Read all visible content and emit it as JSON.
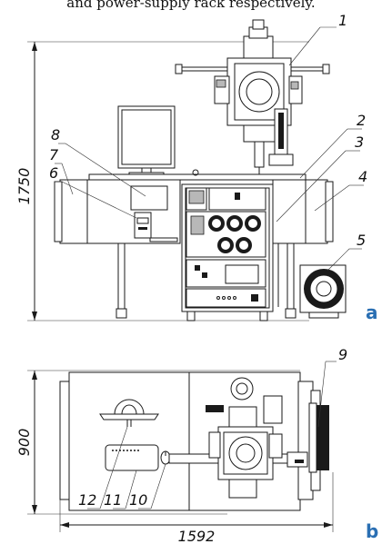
{
  "caption": "and power-supply rack respectively.",
  "view_a": {
    "panel_label": "a",
    "height_dimension": "1750",
    "callouts": [
      "1",
      "2",
      "3",
      "4",
      "5",
      "6",
      "7",
      "8"
    ]
  },
  "view_b": {
    "panel_label": "b",
    "width_dimension": "1592",
    "depth_dimension": "900",
    "callouts": [
      "9",
      "10",
      "11",
      "12"
    ]
  }
}
